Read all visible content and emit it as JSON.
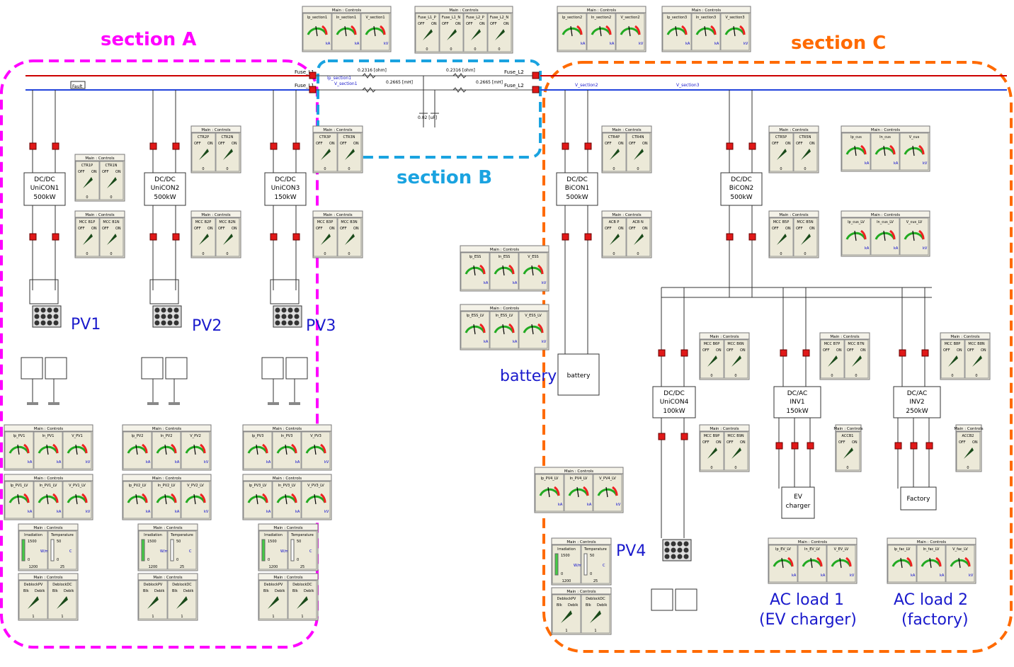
{
  "colors": {
    "sectionA": "#ff00ff",
    "sectionB": "#1aa3e0",
    "sectionC": "#ff6a00",
    "busPos": "#cc0000",
    "busNeg": "#2244dd",
    "labelBlue": "#1a1acc",
    "panelBg": "#ece9d8",
    "switchRed": "#e01818"
  },
  "sections": {
    "a": "section A",
    "b": "section B",
    "c": "section C"
  },
  "pv_labels": [
    "PV1",
    "PV2",
    "PV3",
    "PV4"
  ],
  "battery_label": "battery",
  "ac_load_1": {
    "line1": "AC load 1",
    "line2": "(EV charger)"
  },
  "ac_load_2": {
    "line1": "AC load 2",
    "line2": "(factory)"
  },
  "converters": [
    {
      "l1": "DC/DC",
      "l2": "UniCON1",
      "l3": "500kW"
    },
    {
      "l1": "DC/DC",
      "l2": "UniCON2",
      "l3": "500kW"
    },
    {
      "l1": "DC/DC",
      "l2": "UniCON3",
      "l3": "150kW"
    },
    {
      "l1": "DC/DC",
      "l2": "BiCON1",
      "l3": "500kW"
    },
    {
      "l1": "DC/DC",
      "l2": "BiCON2",
      "l3": "500kW"
    },
    {
      "l1": "DC/DC",
      "l2": "UniCON4",
      "l3": "100kW"
    },
    {
      "l1": "DC/AC",
      "l2": "INV1",
      "l3": "150kW"
    },
    {
      "l1": "DC/AC",
      "l2": "INV2",
      "l3": "250kW"
    }
  ],
  "loads": {
    "battery": "battery",
    "ev_charger": [
      "EV",
      "charger"
    ],
    "factory": "Factory"
  },
  "bus_labels": {
    "fuse_l1_top": "Fuse_L1",
    "fuse_l1_bot": "Fuse_L1",
    "fuse_l2_top": "Fuse_L2",
    "fuse_l2_bot": "Fuse_L2",
    "fault": "Fault",
    "r1": "0.2316 [ohm]",
    "r2": "0.2665 [mH]",
    "i_sec1": "Ip_section1",
    "v_sec1": "V_section1",
    "v_sec2": "V_section2",
    "v_sec3": "V_section3",
    "cap": "0.02 [uF]"
  },
  "panel_header": "Main : Controls",
  "panel_groups": [
    {
      "id": "top1",
      "cells": [
        "Ip_section1",
        "In_section1",
        "V_section1"
      ],
      "kind": "meter"
    },
    {
      "id": "top2",
      "cells": [
        "Fuse_L1_P",
        "Fuse_L1_N",
        "Fuse_L2_P",
        "Fuse_L2_N"
      ],
      "kind": "switch"
    },
    {
      "id": "top3",
      "cells": [
        "Ip_section2",
        "In_section2",
        "V_section2"
      ],
      "kind": "meter"
    },
    {
      "id": "top4",
      "cells": [
        "Ip_section3",
        "In_section3",
        "V_section3"
      ],
      "kind": "meter"
    },
    {
      "id": "ctr1",
      "cells": [
        "CTR1P",
        "CTR1N"
      ],
      "kind": "switch"
    },
    {
      "id": "ctr2",
      "cells": [
        "CTR2P",
        "CTR2N"
      ],
      "kind": "switch"
    },
    {
      "id": "ctr3",
      "cells": [
        "CTR3P",
        "CTR3N"
      ],
      "kind": "switch"
    },
    {
      "id": "mcc1",
      "cells": [
        "MCC B1P",
        "MCC B1N"
      ],
      "kind": "switch"
    },
    {
      "id": "mcc2",
      "cells": [
        "MCC B2P",
        "MCC B2N"
      ],
      "kind": "switch"
    },
    {
      "id": "mcc3",
      "cells": [
        "MCC B3P",
        "MCC B3N"
      ],
      "kind": "switch"
    },
    {
      "id": "ctr4",
      "cells": [
        "CTR4P",
        "CTR4N"
      ],
      "kind": "switch"
    },
    {
      "id": "ctr5",
      "cells": [
        "CTR5P",
        "CTR5N"
      ],
      "kind": "switch"
    },
    {
      "id": "cus",
      "cells": [
        "Ip_cus",
        "In_cus",
        "V_cus"
      ],
      "kind": "meter"
    },
    {
      "id": "acb",
      "cells": [
        "ACB P",
        "ACB N"
      ],
      "kind": "switch"
    },
    {
      "id": "mcc5",
      "cells": [
        "MCC B5P",
        "MCC B5N"
      ],
      "kind": "switch"
    },
    {
      "id": "cuslv",
      "cells": [
        "Ip_cus_LV",
        "In_cus_LV",
        "V_cus_LV"
      ],
      "kind": "meter"
    },
    {
      "id": "ess",
      "cells": [
        "Ip_ESS",
        "In_ESS",
        "V_ESS"
      ],
      "kind": "meter"
    },
    {
      "id": "esslv",
      "cells": [
        "Ip_ESS_LV",
        "In_ESS_LV",
        "V_ESS_LV"
      ],
      "kind": "meter"
    },
    {
      "id": "mcc6",
      "cells": [
        "MCC B6P",
        "MCC B6N"
      ],
      "kind": "switch"
    },
    {
      "id": "mcc7",
      "cells": [
        "MCC B7P",
        "MCC B7N"
      ],
      "kind": "switch"
    },
    {
      "id": "mcc8",
      "cells": [
        "MCC B8P",
        "MCC B8N"
      ],
      "kind": "switch"
    },
    {
      "id": "mcc9",
      "cells": [
        "MCC B9P",
        "MCC B9N"
      ],
      "kind": "switch"
    },
    {
      "id": "acb1",
      "cells": [
        "ACCB1"
      ],
      "kind": "switch"
    },
    {
      "id": "acb2",
      "cells": [
        "ACCB2"
      ],
      "kind": "switch"
    },
    {
      "id": "pv1",
      "cells": [
        "Ip_PV1",
        "In_PV1",
        "V_PV1"
      ],
      "kind": "meter"
    },
    {
      "id": "pv1lv",
      "cells": [
        "Ip_PV1_LV",
        "In_PV1_LV",
        "V_PV1_LV"
      ],
      "kind": "meter"
    },
    {
      "id": "pv2",
      "cells": [
        "Ip_PV2",
        "In_PV2",
        "V_PV2"
      ],
      "kind": "meter"
    },
    {
      "id": "pv2lv",
      "cells": [
        "Ip_PV2_LV",
        "In_PV2_LV",
        "V_PV2_LV"
      ],
      "kind": "meter"
    },
    {
      "id": "pv3",
      "cells": [
        "Ip_PV3",
        "In_PV3",
        "V_PV3"
      ],
      "kind": "meter"
    },
    {
      "id": "pv3lv",
      "cells": [
        "Ip_PV3_LV",
        "In_PV3_LV",
        "V_PV3_LV"
      ],
      "kind": "meter"
    },
    {
      "id": "pv4lv",
      "cells": [
        "Ip_PV4_LV",
        "In_PV4_LV",
        "V_PV4_LV"
      ],
      "kind": "meter"
    },
    {
      "id": "evlv",
      "cells": [
        "Ip_EV_LV",
        "In_EV_LV",
        "V_EV_LV"
      ],
      "kind": "meter"
    },
    {
      "id": "faclv",
      "cells": [
        "Ip_fac_LV",
        "In_fac_LV",
        "V_fac_LV"
      ],
      "kind": "meter"
    },
    {
      "id": "irr1",
      "cells": [
        "Irradiation",
        "Temperature"
      ],
      "kind": "slider"
    },
    {
      "id": "irr2",
      "cells": [
        "Irradiation",
        "Temperature"
      ],
      "kind": "slider"
    },
    {
      "id": "irr3",
      "cells": [
        "Irradiation",
        "Temperature"
      ],
      "kind": "slider"
    },
    {
      "id": "irr4",
      "cells": [
        "Irradiation",
        "Temperature"
      ],
      "kind": "slider"
    },
    {
      "id": "db1",
      "cells": [
        "DeblockPV",
        "DeblockDC"
      ],
      "kind": "dial"
    },
    {
      "id": "db2",
      "cells": [
        "DeblockPV",
        "DeblockDC"
      ],
      "kind": "dial"
    },
    {
      "id": "db3",
      "cells": [
        "DeblockPV",
        "DeblockDC"
      ],
      "kind": "dial"
    },
    {
      "id": "db4",
      "cells": [
        "DeblockPV",
        "DeblockDC"
      ],
      "kind": "dial"
    }
  ],
  "switch_labels": {
    "off": "OFF",
    "on": "ON",
    "zero": "0"
  },
  "slider_vals": {
    "max": "1500",
    "min": "0",
    "val1": "1200",
    "val2": "25",
    "tmax": "50",
    "tmin": "0",
    "unit1": "W/m2",
    "unit2": "C"
  },
  "dial_labels": {
    "blk": "Blk",
    "deblk": "Deblk",
    "one": "1"
  },
  "meter_units": [
    "kA",
    "kA",
    "kV"
  ]
}
